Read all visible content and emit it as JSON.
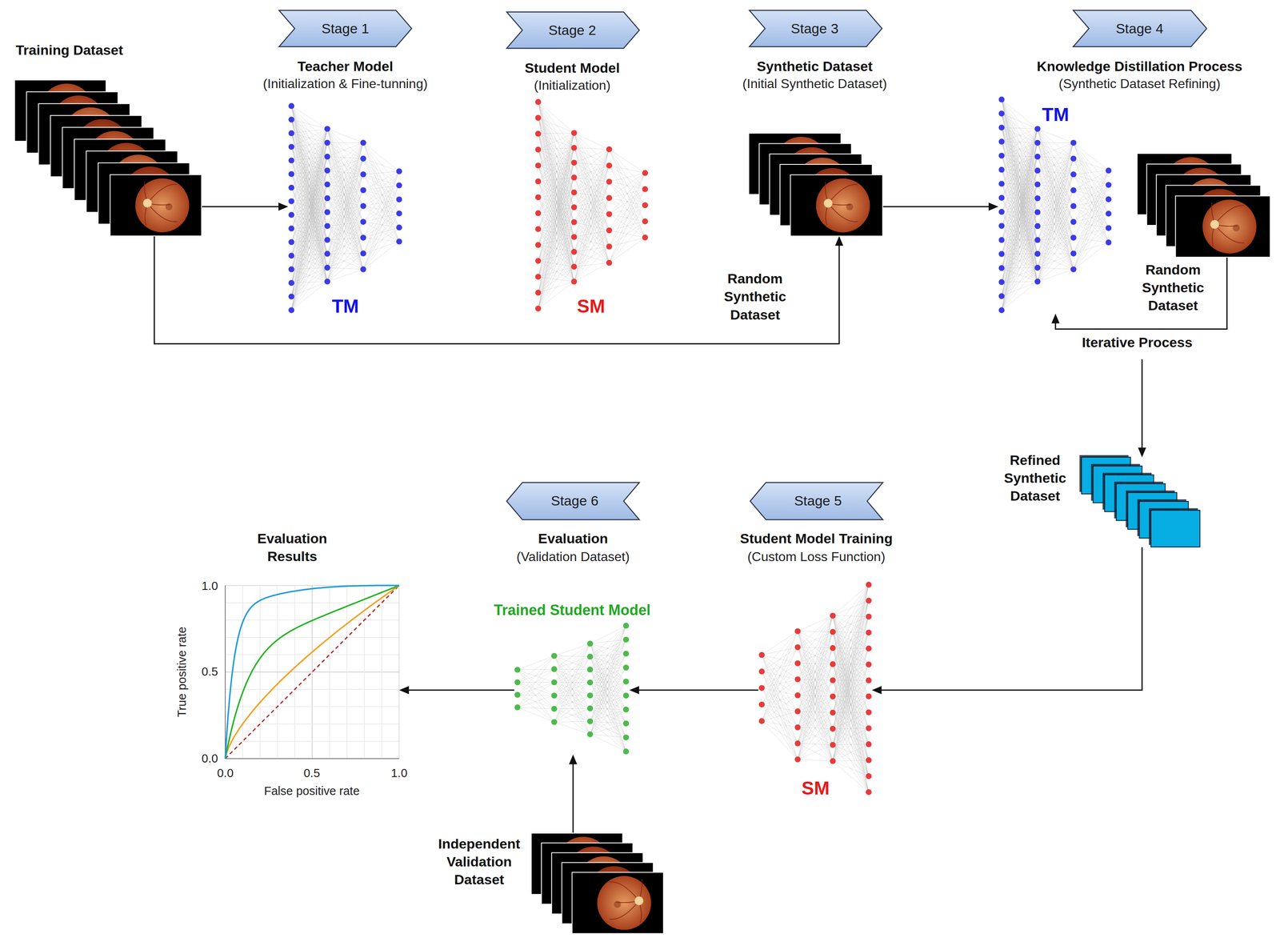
{
  "diagram": {
    "nodes": [
      {
        "text": [
          "Training Dataset"
        ]
      },
      {
        "text": [
          "Stage 1",
          "Teacher Model",
          "(Initialization & Fine-tunning)"
        ]
      },
      {
        "text": [
          "TM"
        ]
      },
      {
        "text": [
          "Stage 2",
          "Student Model",
          "(Initialization)"
        ]
      },
      {
        "text": [
          "SM"
        ]
      },
      {
        "text": [
          "Stage 3",
          "Synthetic Dataset",
          "(Initial Synthetic Dataset)"
        ]
      },
      {
        "text": [
          "Random Synthetic Dataset"
        ]
      },
      {
        "text": [
          "Stage 4",
          "Knowledge Distillation Process",
          "(Synthetic Dataset Refining)"
        ]
      },
      {
        "text": [
          "TM"
        ]
      },
      {
        "text": [
          "Random Synthetic Dataset"
        ]
      },
      {
        "text": [
          "Refined Synthetic Dataset"
        ]
      },
      {
        "text": [
          "Stage 5",
          "Student Model Training",
          "(Custom Loss Function)"
        ]
      },
      {
        "text": [
          "SM"
        ]
      },
      {
        "text": [
          "Stage 6",
          "Evaluation",
          "(Validation Dataset)"
        ]
      },
      {
        "text": [
          "Trained Student Model"
        ]
      },
      {
        "text": [
          "Independent Validation Dataset"
        ]
      },
      {
        "text": [
          "Evaluation Results"
        ]
      }
    ],
    "edges": [
      {
        "from": 0,
        "to": 2,
        "arrow": "to"
      },
      {
        "from": 0,
        "to": 6,
        "arrow": "to"
      },
      {
        "from": 6,
        "to": 8,
        "arrow": "to"
      },
      {
        "from": 9,
        "to": 8,
        "label": "Iterative Process",
        "arrow": "to"
      },
      {
        "from": 8,
        "to": 10,
        "arrow": "to"
      },
      {
        "from": 10,
        "to": 12,
        "arrow": "to"
      },
      {
        "from": 12,
        "to": 14,
        "arrow": "to"
      },
      {
        "from": 15,
        "to": 14,
        "arrow": "to"
      },
      {
        "from": 14,
        "to": 16,
        "arrow": "to"
      }
    ],
    "labels": [
      "1.0",
      "0.5",
      "0.0",
      "0.0",
      "0.5",
      "1.0",
      "True positive rate",
      "False positive rate"
    ]
  }
}
